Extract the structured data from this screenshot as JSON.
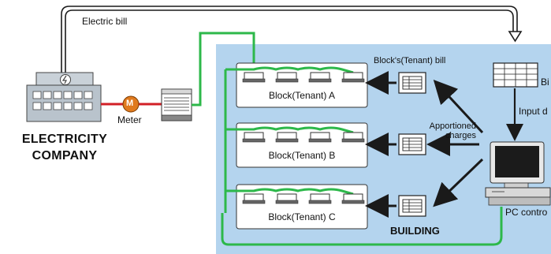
{
  "colors": {
    "building_fill": "#b4d4ee",
    "wire_green": "#2db84a",
    "wire_red": "#d21f26",
    "meter_orange": "#e07a1e",
    "company_gray": "#b9c3cc",
    "bill_arrow_black": "#1a1a1a"
  },
  "labels": {
    "electric_bill": "Electric bill",
    "meter": "Meter",
    "meter_symbol": "M",
    "company_line1": "ELECTRICITY",
    "company_line2": "COMPANY",
    "tenant_bill": "Block's(Tenant) bill",
    "apportioned_line1": "Apportioned",
    "apportioned_line2": "charges",
    "building": "BUILDING",
    "billing_data_partial": "Bi",
    "input_data_partial": "Input d",
    "pc_control_partial": "PC contro"
  },
  "blocks": [
    {
      "name": "Block(Tenant) A"
    },
    {
      "name": "Block(Tenant) B"
    },
    {
      "name": "Block(Tenant) C"
    }
  ],
  "icons": {
    "company": "building-with-lightning-icon",
    "meter": "meter-circle-icon",
    "gas_unit": "outdoor-unit-icon",
    "indoor_unit": "ceiling-cassette-unit-icon",
    "bill": "spreadsheet-document-icon",
    "pc": "desktop-computer-icon"
  }
}
